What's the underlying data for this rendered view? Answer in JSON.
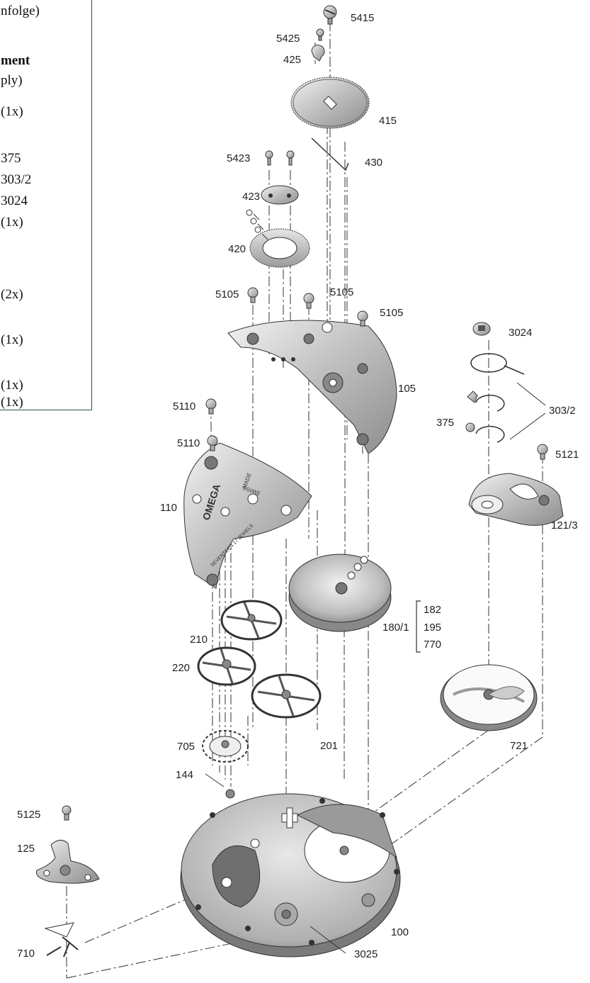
{
  "legend": {
    "lines": [
      "nfolge)",
      "ment",
      "ply)",
      "(1x)",
      "375",
      "303/2",
      "3024",
      "(1x)",
      "(2x)",
      "(1x)",
      "(1x)",
      "(1x)"
    ]
  },
  "labels": {
    "p5415": "5415",
    "p5425": "5425",
    "p425": "425",
    "p415": "415",
    "p430": "430",
    "p5423": "5423",
    "p423": "423",
    "p420": "420",
    "p5105a": "5105",
    "p5105b": "5105",
    "p5105c": "5105",
    "p105": "105",
    "p3024": "3024",
    "p303_2": "303/2",
    "p375": "375",
    "p5110a": "5110",
    "p5110b": "5110",
    "p5121": "5121",
    "p121_3": "121/3",
    "p110": "110",
    "p180_1": "180/1",
    "p182": "182",
    "p195": "195",
    "p770": "770",
    "p210": "210",
    "p220": "220",
    "p705": "705",
    "p201": "201",
    "p721": "721",
    "p5125": "5125",
    "p144": "144",
    "p125": "125",
    "p710": "710",
    "p100": "100",
    "p3025": "3025"
  },
  "engraving": {
    "brand": "OMEGA",
    "made": "MADE",
    "swiss": "SWISS",
    "seventeen": "SEVENTEEN 17 JEWELS"
  }
}
